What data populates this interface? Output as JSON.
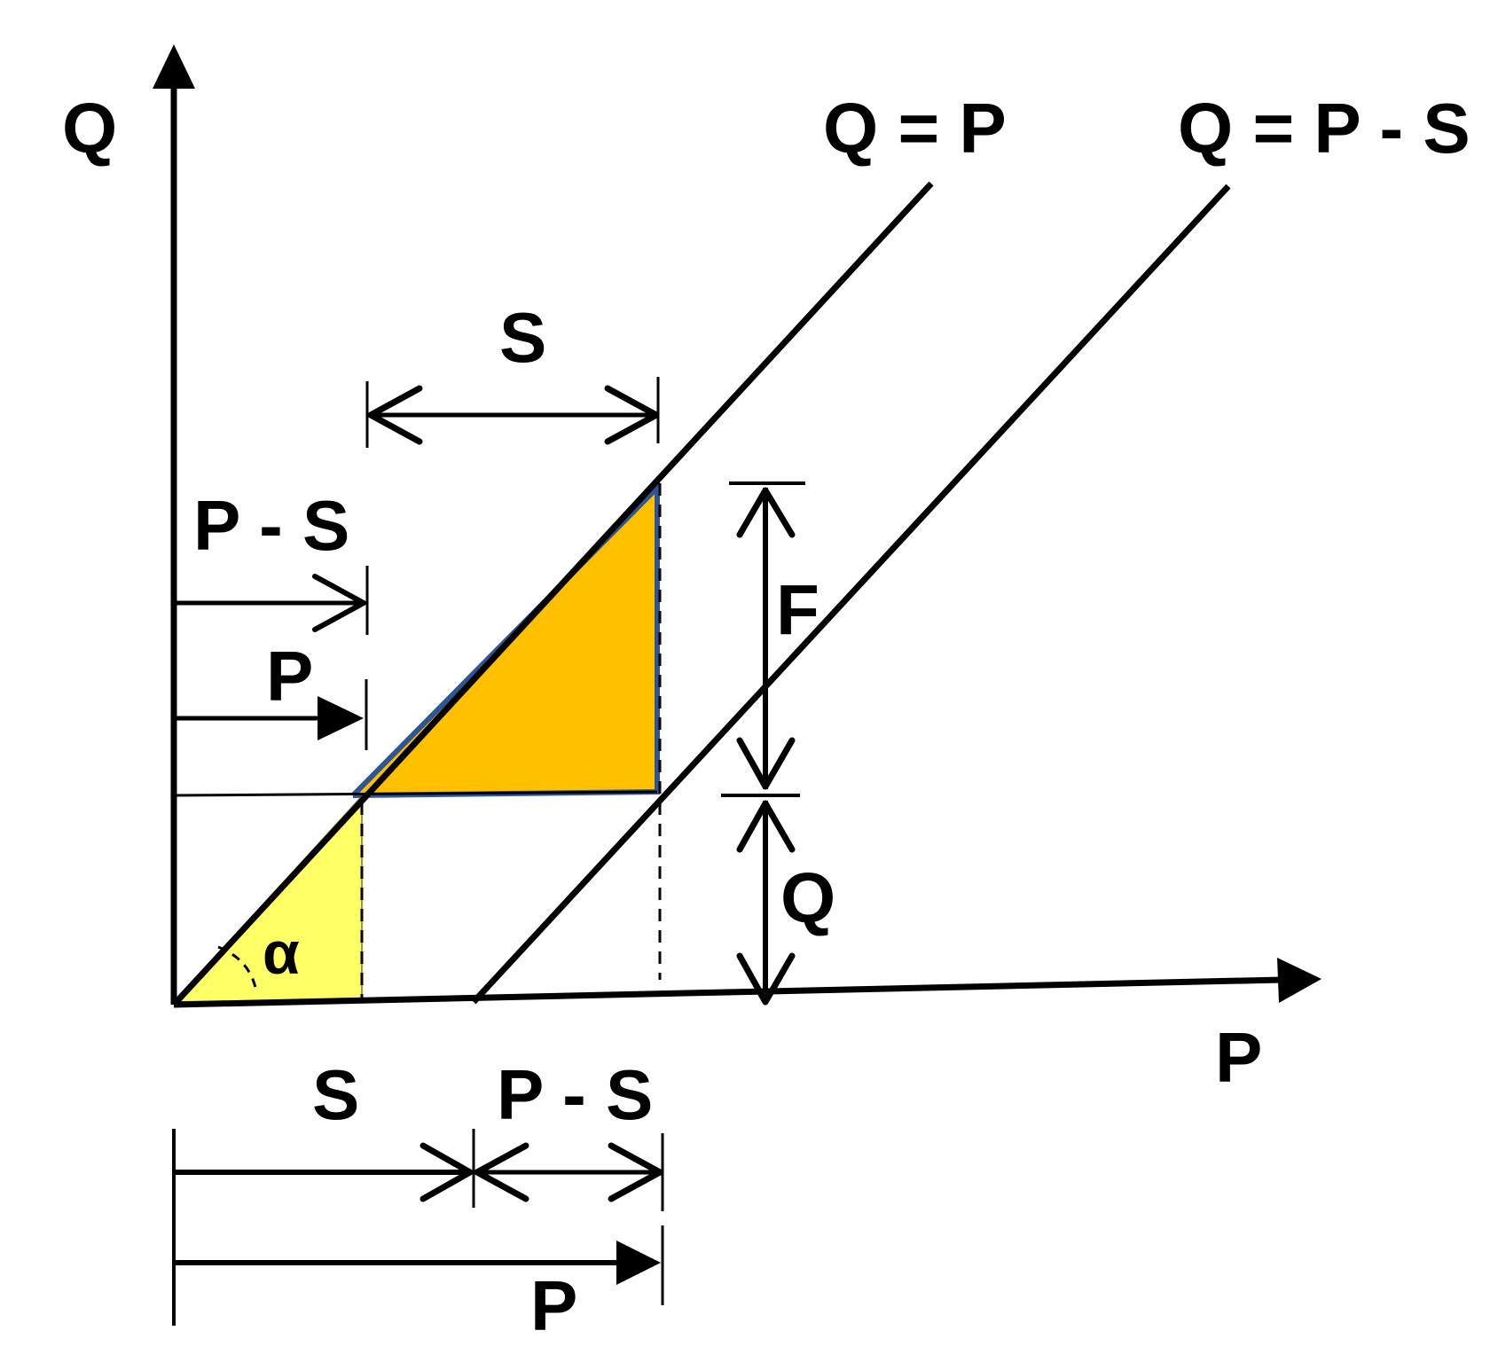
{
  "labels": {
    "q_axis": "Q",
    "p_axis": "P",
    "line_q_eq_p": "Q = P",
    "line_q_eq_p_minus_s": "Q = P - S",
    "s_top": "S",
    "p_minus_s_left": "P - S",
    "p_left": "P",
    "f_right": "F",
    "q_right": "Q",
    "alpha": "α",
    "s_bottom": "S",
    "p_minus_s_bottom": "P - S",
    "p_bottom": "P"
  },
  "colors": {
    "line": "#000000",
    "orange_triangle": "#FFC000",
    "yellow_triangle": "#FFFF66",
    "triangle_edge": "#2F5597",
    "background": "#FFFFFF"
  }
}
